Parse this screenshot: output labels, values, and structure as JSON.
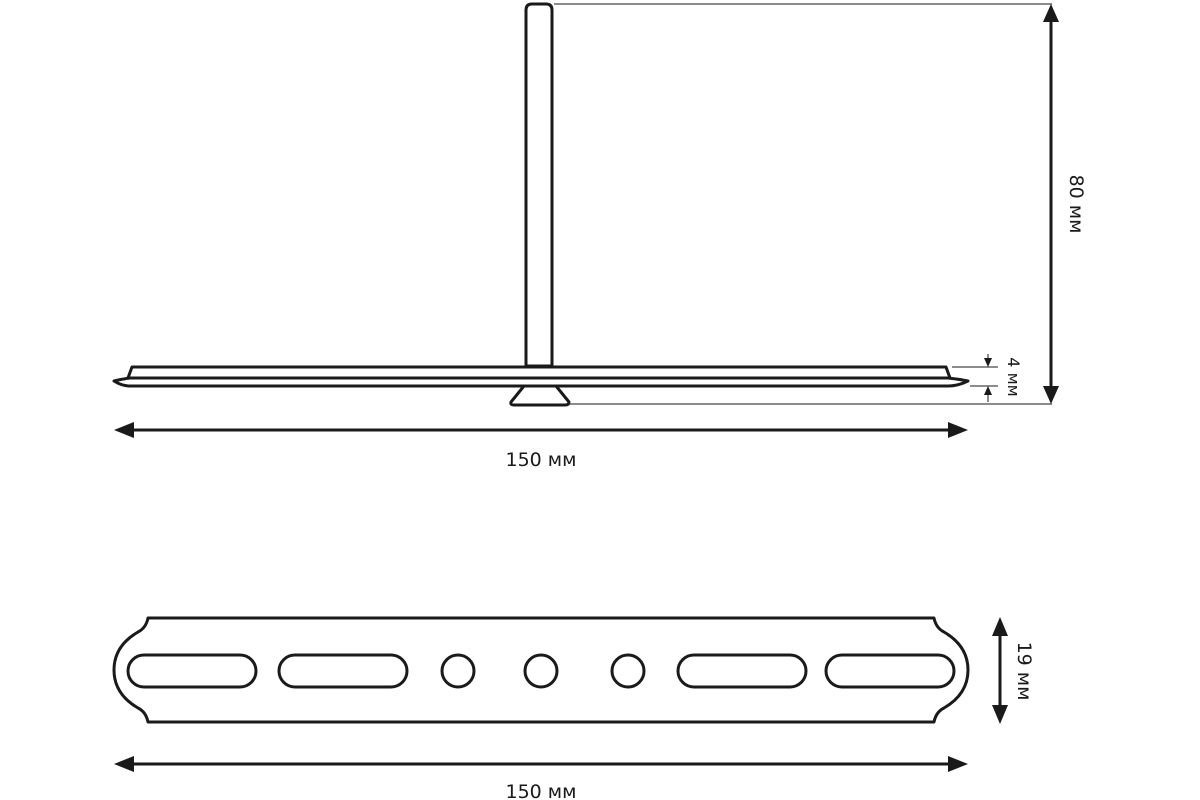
{
  "side_view": {
    "width_label": "150 мм",
    "height_label": "80 мм",
    "thickness_label": "4 мм"
  },
  "top_view": {
    "width_label": "150 мм",
    "height_label": "19 мм",
    "holes": [
      "slot",
      "slot",
      "round",
      "round",
      "round",
      "slot",
      "slot"
    ]
  },
  "colors": {
    "line": "#1a1a1a",
    "background": "#ffffff"
  }
}
